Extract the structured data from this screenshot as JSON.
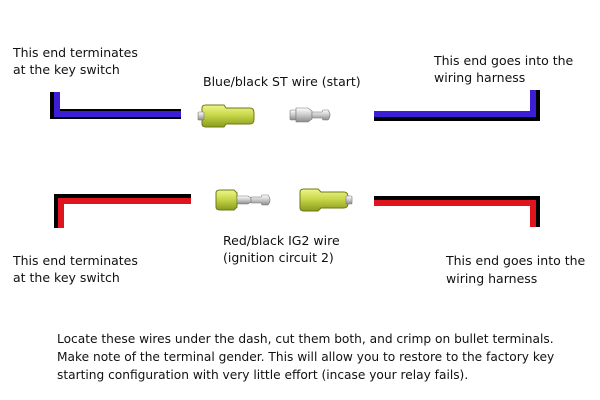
{
  "labels": {
    "top_left_line1": "This end terminates",
    "top_left_line2": "at the key switch",
    "top_center": "Blue/black ST wire (start)",
    "top_right_line1": "This end goes into the",
    "top_right_line2": "wiring harness",
    "bottom_left_line1": "This end terminates",
    "bottom_left_line2": "at the key switch",
    "bottom_center_line1": "Red/black IG2 wire",
    "bottom_center_line2": "(ignition circuit 2)",
    "bottom_right_line1": "This end goes into the",
    "bottom_right_line2": "wiring harness"
  },
  "note": {
    "line1": "Locate these wires under the dash, cut them both, and crimp on bullet terminals.",
    "line2": "Make note of the terminal gender. This will allow you to restore to the factory key",
    "line3": "starting configuration with very little effort (incase your relay fails)."
  },
  "colors": {
    "blue_wire": "#3a1fd6",
    "red_wire": "#e0141c",
    "wire_stripe": "#000000",
    "terminal_insulator": "#c8d84a",
    "terminal_metal": "#c9c9c9"
  },
  "icons": {
    "connector": "bullet-terminal"
  }
}
